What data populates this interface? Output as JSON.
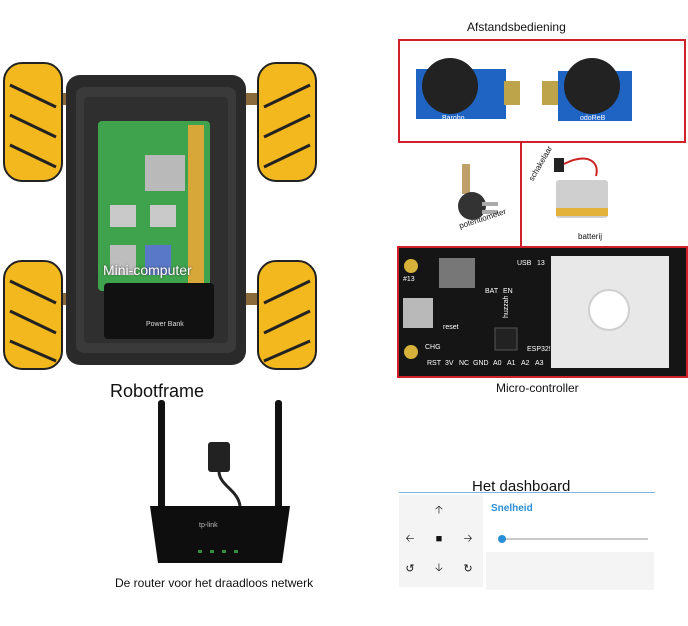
{
  "labels": {
    "afstandsbediening": "Afstandsbediening",
    "mini_computer": "Mini-computer",
    "robotframe": "Robotframe",
    "micro_controller": "Micro-controller",
    "router": "De router voor het draadloos netwerk",
    "schakelaar": "schakelaar",
    "batterij": "batterij",
    "potentiometer": "potentiometer",
    "power_bank": "Power Bank"
  },
  "joysticks": [
    {
      "text": "Barobo"
    },
    {
      "text": "odoReB"
    }
  ],
  "microcontroller_silk": {
    "top": [
      "BAT",
      "EN",
      "USB",
      "13"
    ],
    "left": [
      "#13"
    ],
    "mid": [
      "reset",
      "CHG"
    ],
    "bottom": [
      "RST",
      "3V",
      "NC",
      "GND",
      "A0",
      "A1",
      "A2",
      "A3"
    ],
    "chip": "ESP32!",
    "brand": "huzzah"
  },
  "router": {
    "brand": "tp-link"
  },
  "dashboard": {
    "title": "Het dashboard",
    "speed_label": "Snelheid",
    "speed_value": 0,
    "buttons": {
      "up": "🡡",
      "left": "🡠",
      "stop": "■",
      "right": "🡢",
      "rotate_left": "↺",
      "down": "🡣",
      "rotate_right": "↻"
    }
  },
  "colors": {
    "accent_red": "#d0202a",
    "dashboard_blue": "#2a8fd6",
    "wheel_yellow": "#f2b81e",
    "pcb_green": "#3fa34d",
    "pcb_blue": "#1f64c2"
  }
}
